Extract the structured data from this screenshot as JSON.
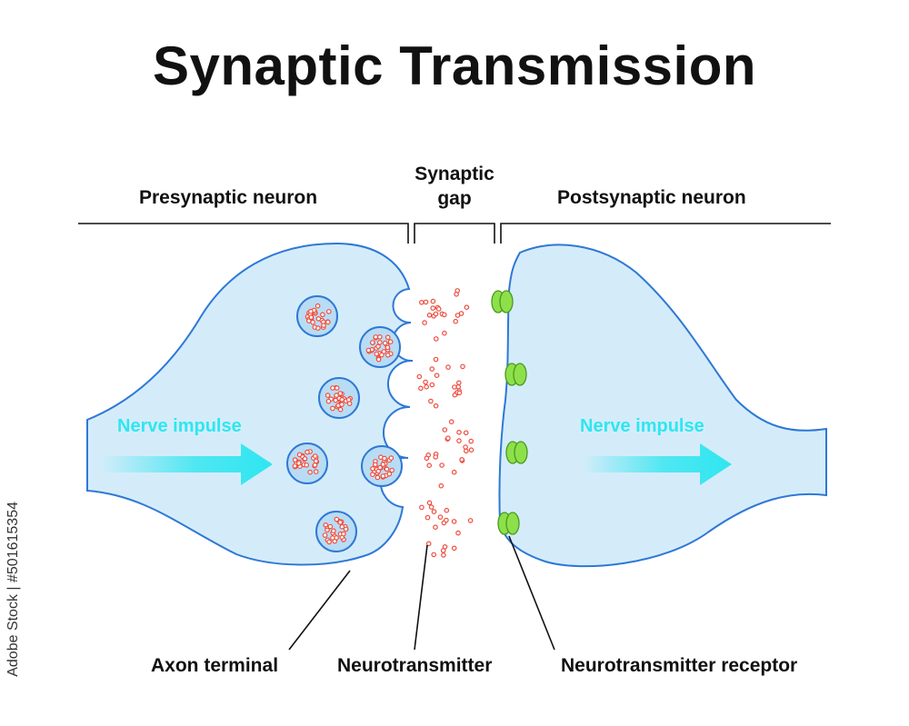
{
  "title": "Synaptic Transmission",
  "regions": {
    "presynaptic": "Presynaptic neuron",
    "gap_line1": "Synaptic",
    "gap_line2": "gap",
    "postsynaptic": "Postsynaptic neuron"
  },
  "impulse": {
    "left": "Nerve impulse",
    "right": "Nerve impulse"
  },
  "callouts": {
    "axon": "Axon terminal",
    "neurotransmitter": "Neurotransmitter",
    "receptor": "Neurotransmitter receptor"
  },
  "watermark": "Adobe Stock | #501615354",
  "colors": {
    "cell_fill": "#d4ecfa",
    "cell_stroke": "#2e78d6",
    "transmitter": "#ee4d3e",
    "receptor": "#8ee04a",
    "arrow": "#2ee6f0"
  }
}
